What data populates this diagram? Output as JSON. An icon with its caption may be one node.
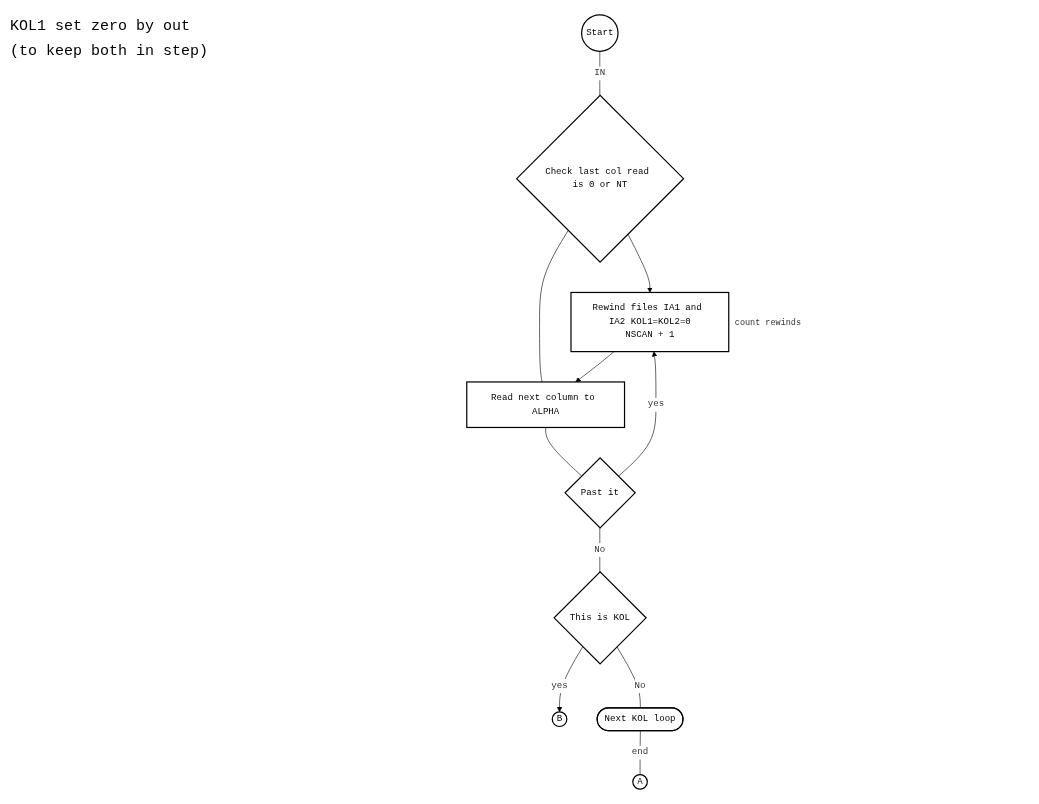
{
  "diagram": {
    "nodes": [
      {
        "text": [
          "Start"
        ]
      },
      {
        "text": [
          "Check last col read is 0 or NT"
        ]
      },
      {
        "text": [
          "Rewind files IA1 and IA2 KOL1=KOL2=0",
          "NSCAN + 1"
        ],
        "beside": [
          "count rewinds"
        ]
      },
      {
        "text": [
          "Read next column to ALPHA"
        ]
      },
      {
        "text": [
          "Past it"
        ]
      },
      {
        "text": [
          "This is KOL"
        ]
      },
      {
        "text": [
          "B"
        ]
      },
      {
        "text": [
          "Next KOL loop"
        ]
      },
      {
        "text": [
          "A"
        ]
      }
    ],
    "edges": [
      {
        "from": 0,
        "to": 1,
        "label": "IN",
        "arrow": "none"
      },
      {
        "from": 1,
        "to": 2,
        "arrow": "to"
      },
      {
        "from": 1,
        "to": 3,
        "arrow": "none"
      },
      {
        "from": 2,
        "to": 3,
        "arrow": "to"
      },
      {
        "from": 3,
        "to": 4,
        "arrow": "none"
      },
      {
        "from": 4,
        "to": 2,
        "label": "yes",
        "arrow": "to"
      },
      {
        "from": 4,
        "to": 5,
        "label": "No",
        "arrow": "none"
      },
      {
        "from": 5,
        "to": 6,
        "label": "yes",
        "arrow": "to"
      },
      {
        "from": 5,
        "to": 7,
        "label": "No",
        "arrow": "none"
      },
      {
        "from": 7,
        "to": 8,
        "label": "end",
        "arrow": "none"
      }
    ],
    "labels": [
      "KOL1 set zero by out",
      "(to keep both in step)"
    ]
  }
}
